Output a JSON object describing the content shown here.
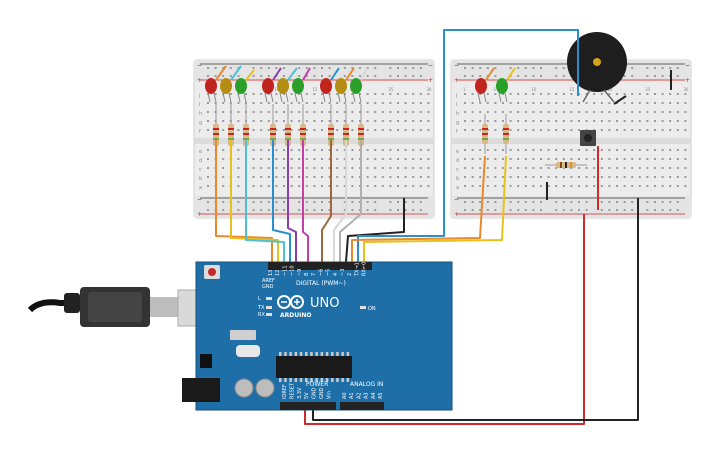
{
  "board": {
    "model_label": "UNO",
    "brand_label": "ARDUINO",
    "digital_header_label": "DIGITAL (PWM~)",
    "power_header_label": "POWER",
    "analog_header_label": "ANALOG IN",
    "tx_label": "TX",
    "rx_label": "RX",
    "l_label": "L",
    "on_label": "ON",
    "aref_label": "AREF",
    "gnd_label": "GND",
    "digital_pins": [
      "13",
      "12",
      "~11",
      "~10",
      "~9",
      "8",
      "7",
      "~6",
      "~5",
      "4",
      "~3",
      "2",
      "TX→1",
      "RX←0"
    ],
    "power_pins": [
      "IOREF",
      "RESET",
      "3.3V",
      "5V",
      "GND",
      "GND",
      "Vin"
    ],
    "analog_pins": [
      "A0",
      "A1",
      "A2",
      "A3",
      "A4",
      "A5"
    ]
  },
  "breadboard_left": {
    "row_letters": [
      "a",
      "b",
      "c",
      "d",
      "e",
      "f",
      "g",
      "h",
      "i",
      "j"
    ],
    "column_numbers": [
      "1",
      "5",
      "10",
      "15",
      "20",
      "25",
      "30"
    ],
    "leds": [
      {
        "name": "led-red-1",
        "color": "#c0241c"
      },
      {
        "name": "led-yellow-1",
        "color": "#b58d13"
      },
      {
        "name": "led-green-1",
        "color": "#2aa02a"
      },
      {
        "name": "led-red-2",
        "color": "#c0241c"
      },
      {
        "name": "led-yellow-2",
        "color": "#b58d13"
      },
      {
        "name": "led-green-2",
        "color": "#2aa02a"
      },
      {
        "name": "led-red-3",
        "color": "#c0241c"
      },
      {
        "name": "led-yellow-3",
        "color": "#b58d13"
      },
      {
        "name": "led-green-3",
        "color": "#2aa02a"
      }
    ]
  },
  "breadboard_right": {
    "row_letters": [
      "a",
      "b",
      "c",
      "d",
      "e",
      "f",
      "g",
      "h",
      "i",
      "j"
    ],
    "column_numbers": [
      "1",
      "5",
      "10",
      "15",
      "20",
      "25",
      "30"
    ],
    "leds": [
      {
        "name": "led-red-4",
        "color": "#c0241c"
      },
      {
        "name": "led-green-4",
        "color": "#2aa02a"
      }
    ]
  },
  "colors": {
    "board_blue": "#1e6fa8",
    "breadboard": "#e9e9e9",
    "rail_red": "#d22525",
    "rail_black": "#333333",
    "wire_orange": "#e8892b",
    "wire_yellow": "#e8c21c",
    "wire_cyan": "#4cc1d6",
    "wire_blue": "#2a8fcf",
    "wire_purple": "#8b3fa8",
    "wire_magenta": "#c53ea8",
    "wire_brown": "#9b6a3c",
    "wire_white": "#d8d8d8",
    "wire_black": "#222222",
    "wire_red": "#d12a2a",
    "wire_gray": "#8a8a8a"
  }
}
